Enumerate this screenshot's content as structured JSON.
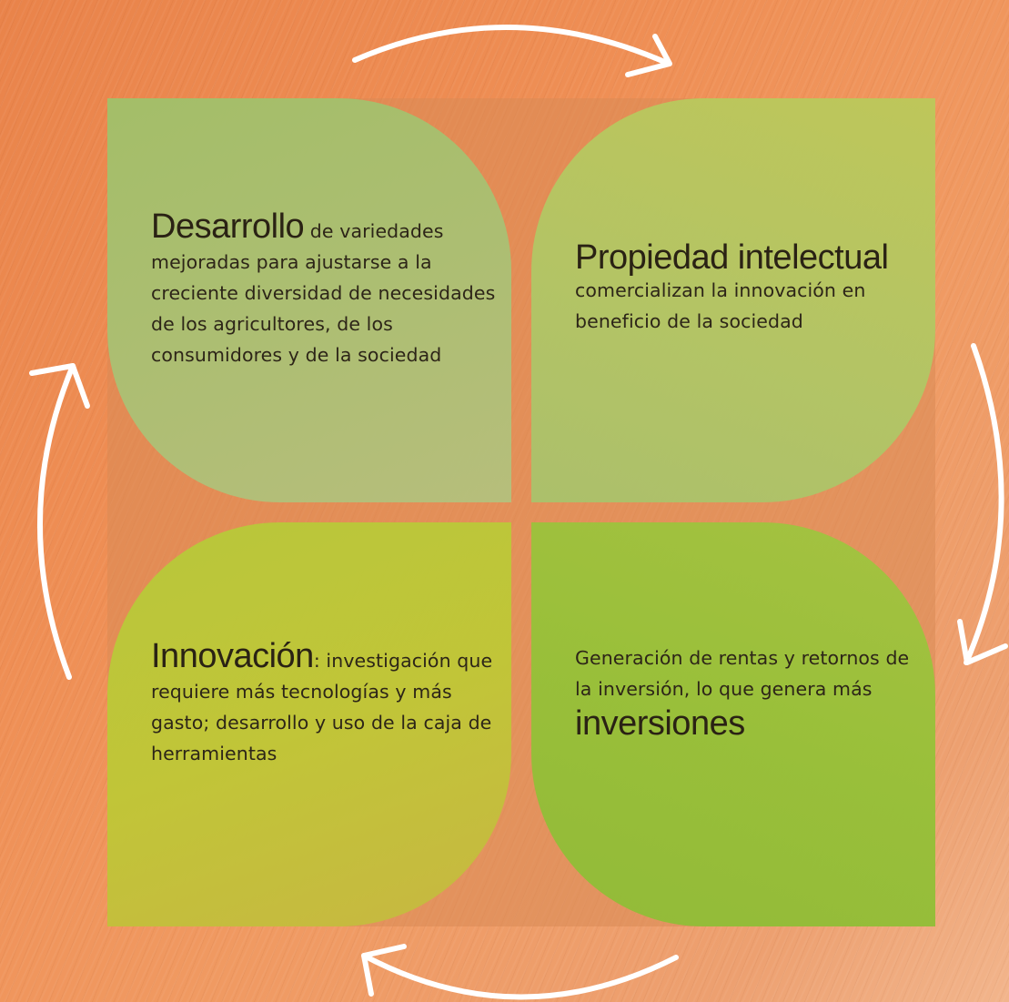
{
  "quadrants": {
    "top_left": {
      "heading": "Desarrollo",
      "body": " de variedades mejoradas para ajustarse a la creciente diversidad de necesidades de los agricultores, de los consumidores y de la sociedad"
    },
    "top_right": {
      "heading": "Propiedad intelectual",
      "body": "comercializan la innovación en beneficio de la sociedad"
    },
    "bottom_left": {
      "heading": "Innovación",
      "body": ": investigación que requiere más tecnologías y más gasto; desarrollo y uso de la caja de herramientas"
    },
    "bottom_right": {
      "body": "Generación de rentas y retornos de la inversión, lo que genera más",
      "heading": "inversiones"
    }
  },
  "arrows": [
    {
      "position": "top",
      "direction": "clockwise"
    },
    {
      "position": "right",
      "direction": "clockwise"
    },
    {
      "position": "bottom",
      "direction": "clockwise"
    },
    {
      "position": "left",
      "direction": "clockwise"
    }
  ],
  "colors": {
    "background": "#ed8e55",
    "leaf_top_left": "#a8c274",
    "leaf_top_right": "#b3c765",
    "leaf_bottom_left": "#bfc836",
    "leaf_bottom_right": "#96c138",
    "arrow": "#ffffff",
    "text": "#2d2518"
  }
}
